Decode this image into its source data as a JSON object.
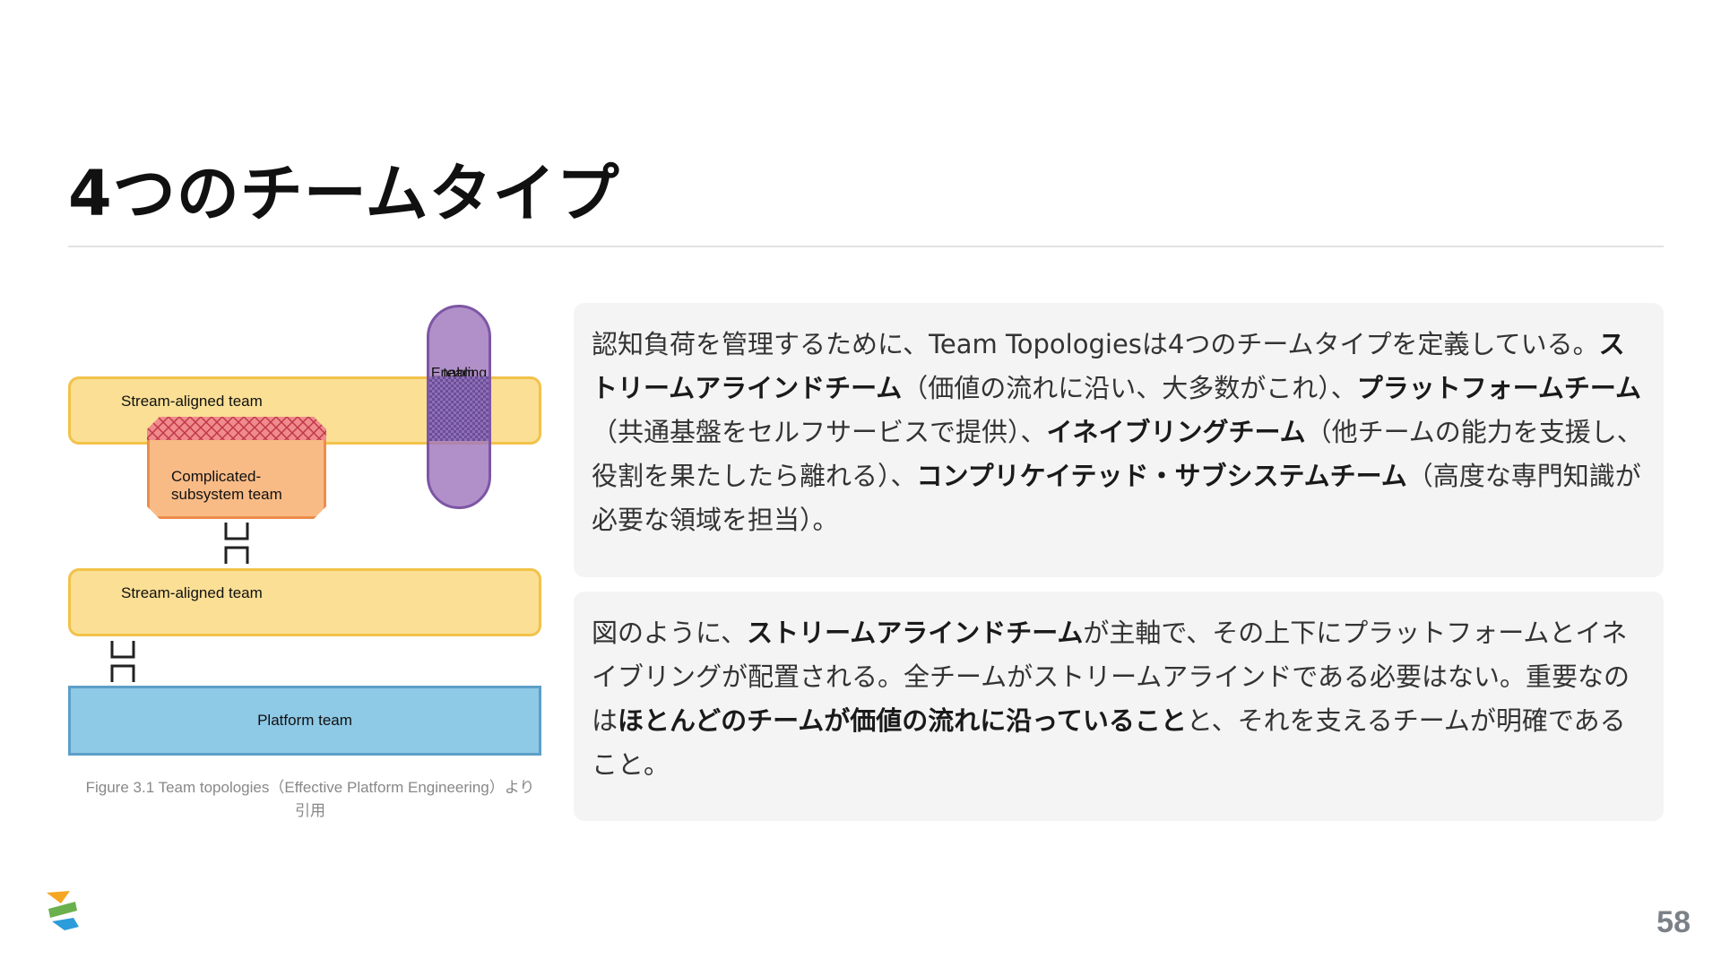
{
  "title": "4つのチームタイプ",
  "diagram": {
    "stream_aligned_top": "Stream-aligned team",
    "enabling_line1": "Enabling",
    "enabling_line2": "team",
    "complicated_line1": "Complicated-",
    "complicated_line2": "subsystem team",
    "stream_aligned_bottom": "Stream-aligned team",
    "platform": "Platform team",
    "colors": {
      "stream_fill": "#fadf95",
      "stream_border": "#f2c24a",
      "complicated_fill": "#f9bb86",
      "complicated_border": "#ec8d4a",
      "enabling_fill": "#a078be",
      "enabling_border": "#7d56a4",
      "platform_fill": "#8ec9e6",
      "platform_border": "#5c9fc8"
    }
  },
  "figure_caption_line1": "Figure 3.1 Team topologies（Effective Platform Engineering）より",
  "figure_caption_line2": "引用",
  "panel1": {
    "t1": "認知負荷を管理するために、Team Topologiesは4つのチームタイプを定義している。",
    "b1": "ストリームアラインドチーム",
    "t2": "（価値の流れに沿い、大多数がこれ）、",
    "b2": "プラットフォームチーム",
    "t3": "（共通基盤をセルフサービスで提供）、",
    "b3": "イネイブリングチーム",
    "t4": "（他チームの能力を支援し、役割を果たしたら離れる）、",
    "b4": "コンプリケイテッド・サブシステムチーム",
    "t5": "（高度な専門知識が必要な領域を担当）。"
  },
  "panel2": {
    "t1": "図のように、",
    "b1": "ストリームアラインドチーム",
    "t2": "が主軸で、その上下にプラットフォームとイネイブリングが配置される。全チームがストリームアラインドである必要はない。重要なのは",
    "b2": "ほとんどのチームが価値の流れに沿っていること",
    "t3": "と、それを支えるチームが明確であること。"
  },
  "page_number": "58",
  "accent_colors": {
    "logo_orange": "#f5a623",
    "logo_green": "#6ab04c",
    "logo_teal": "#2d9cdb"
  }
}
